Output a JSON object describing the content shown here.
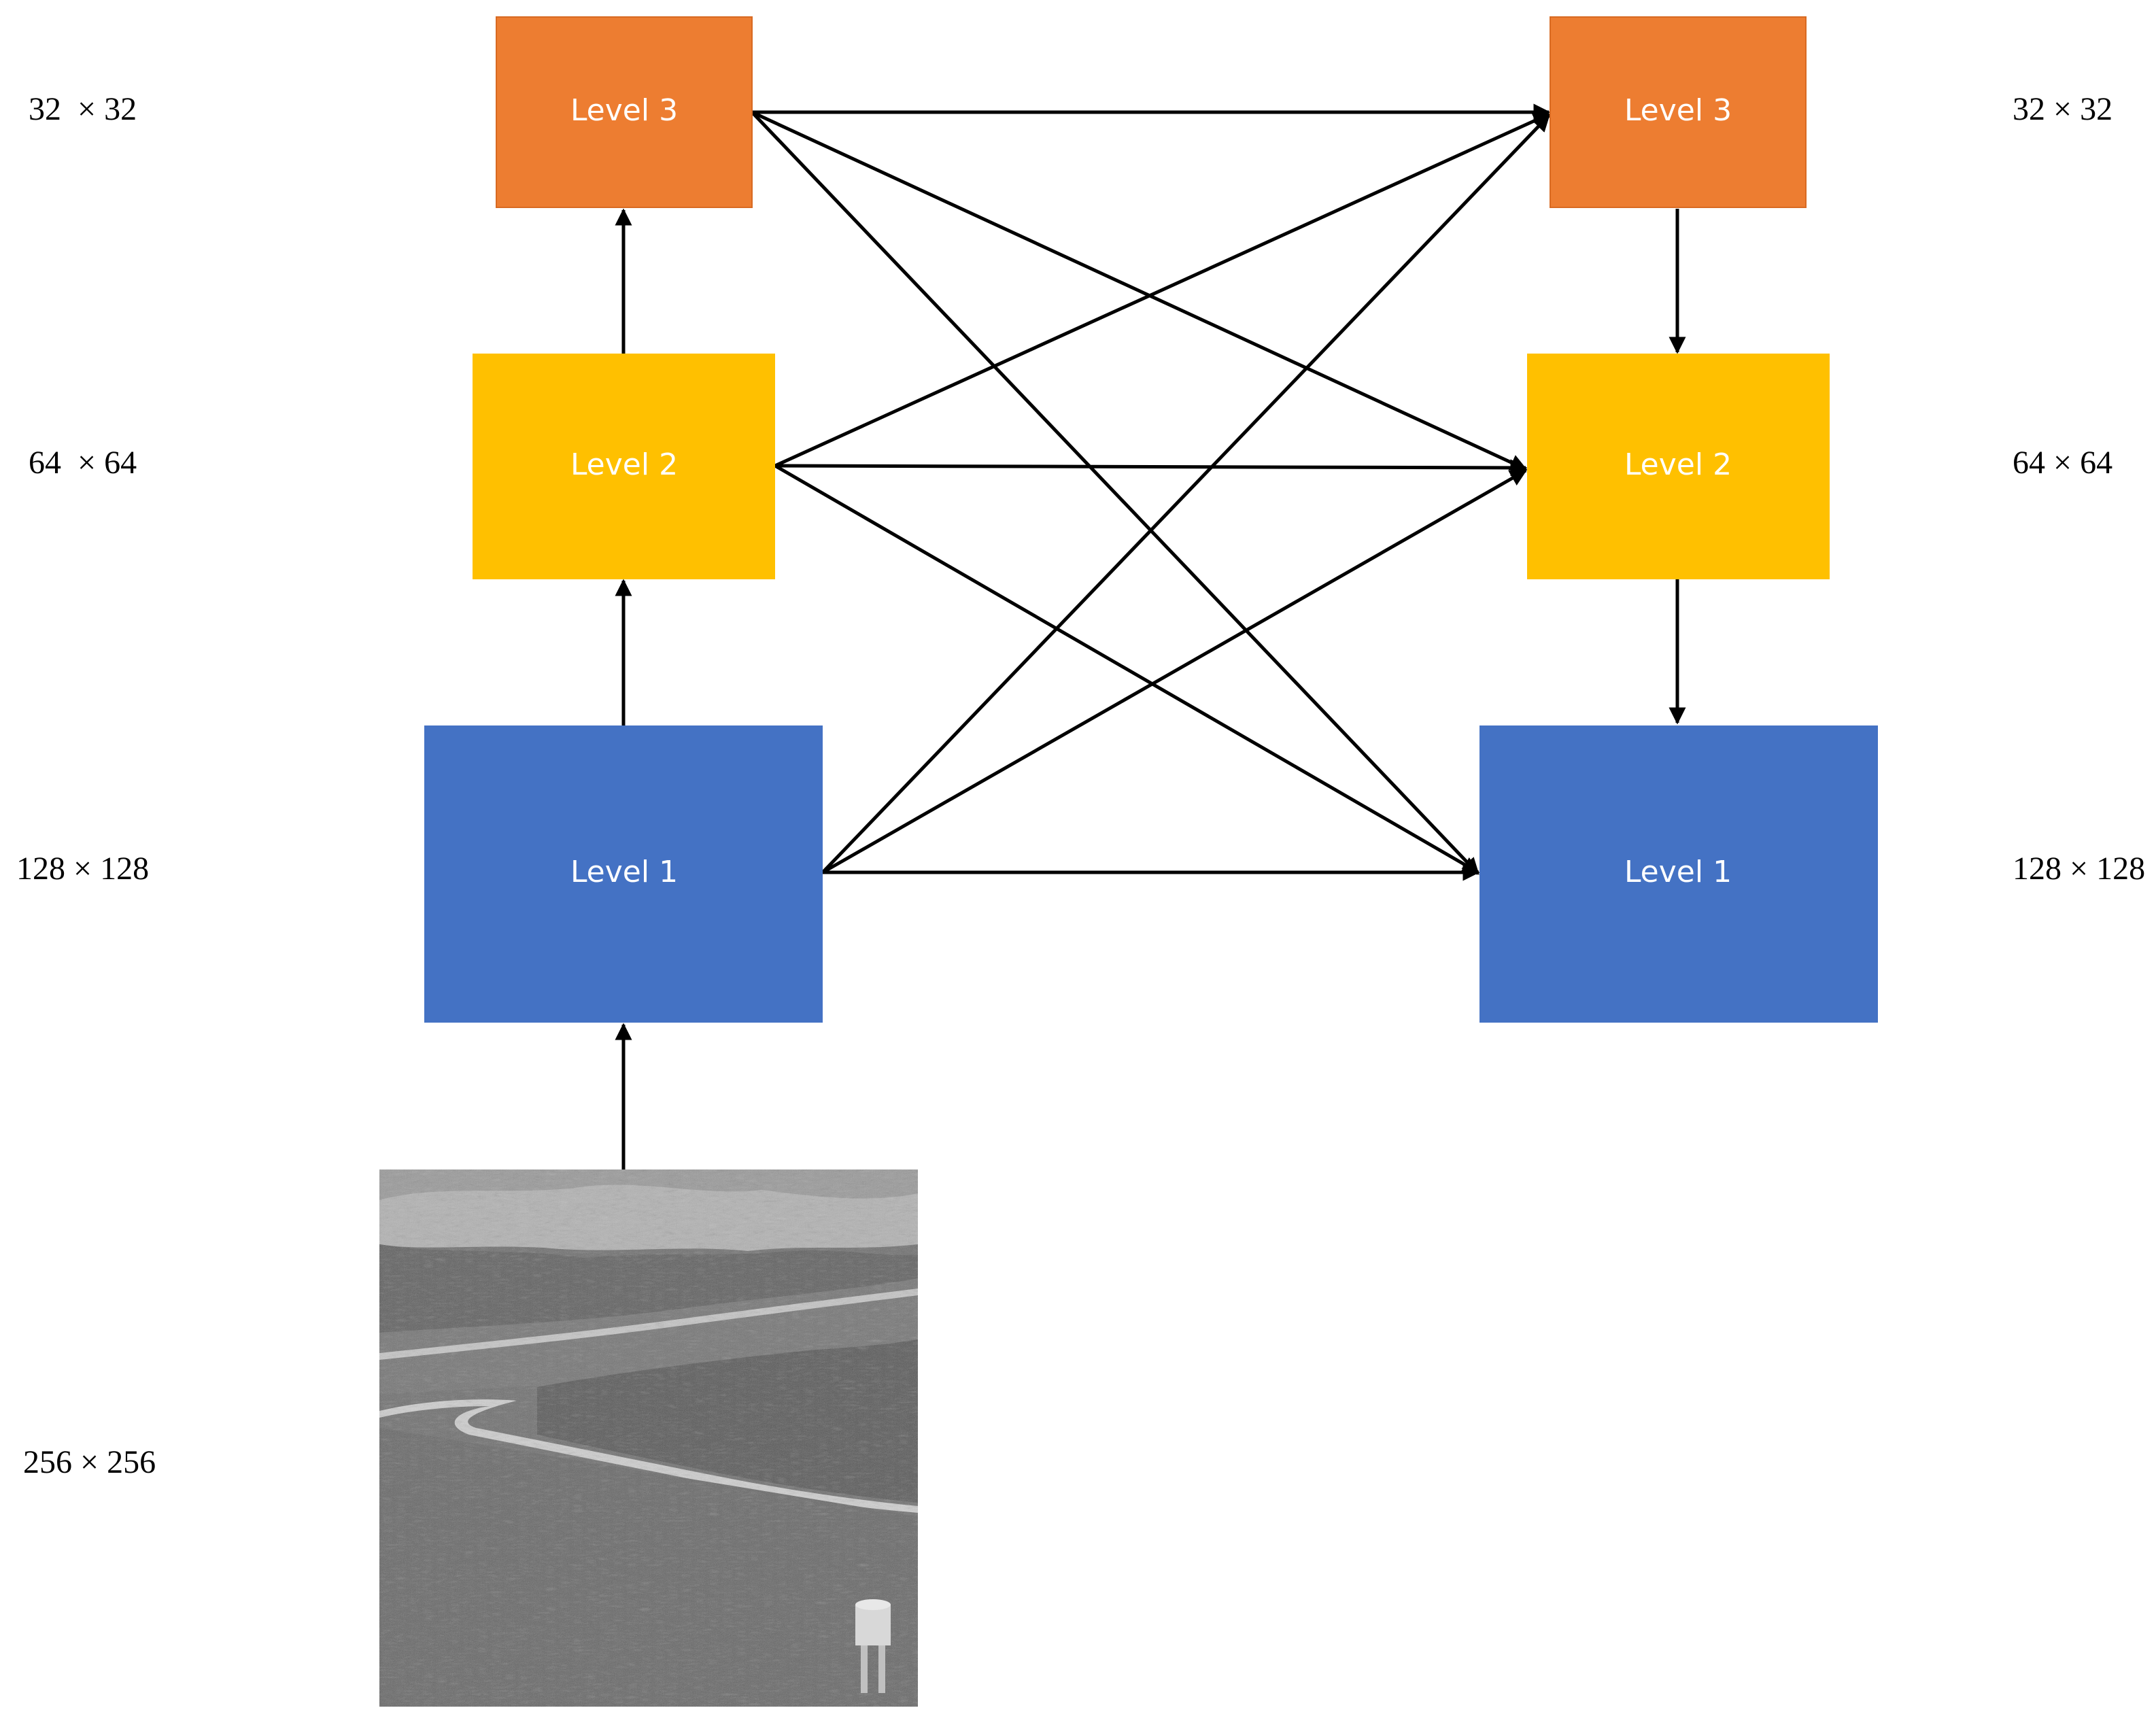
{
  "colors": {
    "level3": "#ED7D31",
    "level2": "#FFC000",
    "level1": "#4472C4",
    "arrow": "#000000",
    "label": "#000000",
    "box_text": "#FFFFFF"
  },
  "left_column": {
    "level3": {
      "label": "Level 3"
    },
    "level2": {
      "label": "Level 2"
    },
    "level1": {
      "label": "Level 1"
    }
  },
  "right_column": {
    "level3": {
      "label": "Level 3"
    },
    "level2": {
      "label": "Level 2"
    },
    "level1": {
      "label": "Level 1"
    }
  },
  "size_labels": {
    "left_level3": "32  × 32",
    "left_level2": "64  × 64",
    "left_level1": "128 × 128",
    "input": "256 × 256",
    "right_level3": "32 × 32",
    "right_level2": "64 × 64",
    "right_level1": "128 × 128"
  },
  "input_image": {
    "icon": "grayscale-landscape-photo"
  }
}
